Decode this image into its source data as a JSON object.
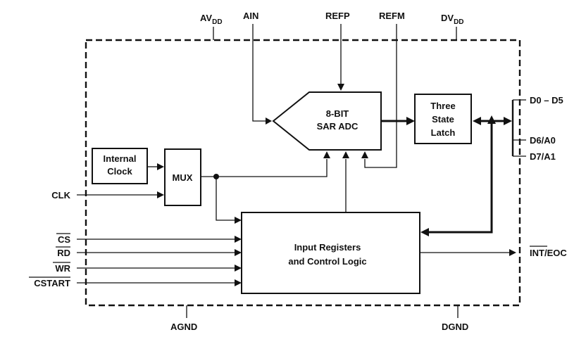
{
  "pins": {
    "avdd_main": "AV",
    "avdd_sub": "DD",
    "ain": "AIN",
    "refp": "REFP",
    "refm": "REFM",
    "dvdd_main": "DV",
    "dvdd_sub": "DD",
    "d0_d5": "D0 – D5",
    "d6_a0": "D6/A0",
    "d7_a1": "D7/A1",
    "clk": "CLK",
    "cs": "CS",
    "rd": "RD",
    "wr": "WR",
    "cstart": "CSTART",
    "int_main": "INT",
    "int_rest": "/EOC",
    "agnd": "AGND",
    "dgnd": "DGND"
  },
  "blocks": {
    "internal_clock": [
      "Internal",
      "Clock"
    ],
    "mux": "MUX",
    "adc": [
      "8-BIT",
      "SAR ADC"
    ],
    "latch": [
      "Three",
      "State",
      "Latch"
    ],
    "registers": [
      "Input Registers",
      "and Control Logic"
    ]
  }
}
